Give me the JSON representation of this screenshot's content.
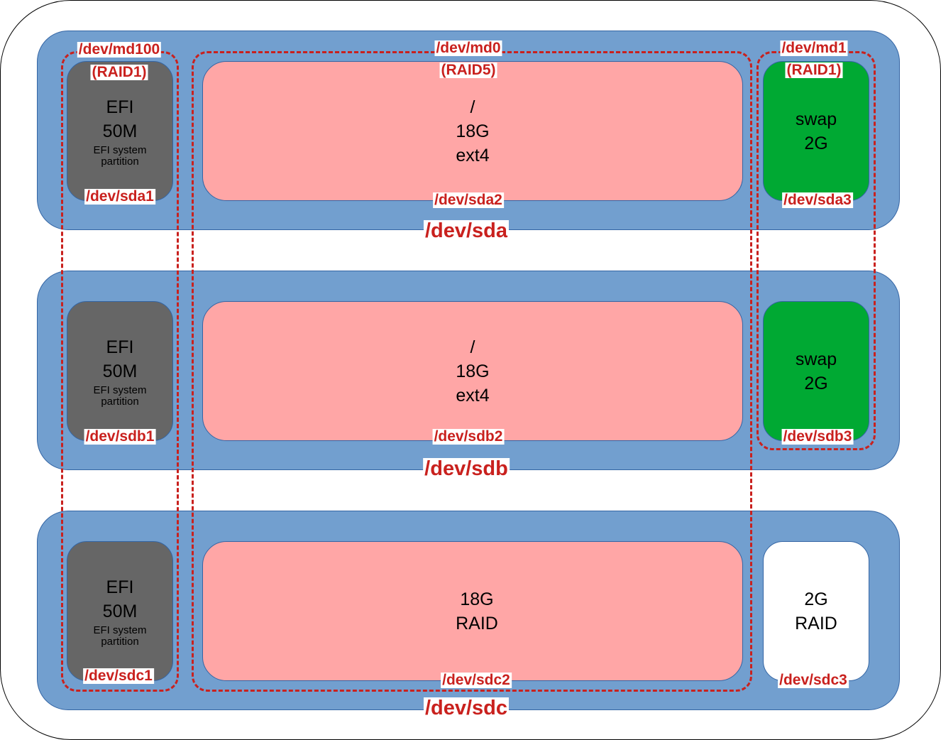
{
  "disks": [
    {
      "name": "/dev/sda",
      "partitions": [
        {
          "device": "/dev/sda1",
          "lines": [
            "EFI",
            "50M"
          ],
          "note": [
            "EFI system",
            "partition"
          ]
        },
        {
          "device": "/dev/sda2",
          "lines": [
            "/",
            "18G",
            "ext4"
          ]
        },
        {
          "device": "/dev/sda3",
          "lines": [
            "swap",
            "2G"
          ]
        }
      ]
    },
    {
      "name": "/dev/sdb",
      "partitions": [
        {
          "device": "/dev/sdb1",
          "lines": [
            "EFI",
            "50M"
          ],
          "note": [
            "EFI system",
            "partition"
          ]
        },
        {
          "device": "/dev/sdb2",
          "lines": [
            "/",
            "18G",
            "ext4"
          ]
        },
        {
          "device": "/dev/sdb3",
          "lines": [
            "swap",
            "2G"
          ]
        }
      ]
    },
    {
      "name": "/dev/sdc",
      "partitions": [
        {
          "device": "/dev/sdc1",
          "lines": [
            "EFI",
            "50M"
          ],
          "note": [
            "EFI system",
            "partition"
          ]
        },
        {
          "device": "/dev/sdc2",
          "lines": [
            "18G",
            "RAID"
          ]
        },
        {
          "device": "/dev/sdc3",
          "lines": [
            "2G",
            "RAID"
          ]
        }
      ]
    }
  ],
  "arrays": [
    {
      "device": "/dev/md100",
      "level": "(RAID1)"
    },
    {
      "device": "/dev/md0",
      "level": "(RAID5)"
    },
    {
      "device": "/dev/md1",
      "level": "(RAID1)"
    }
  ],
  "colors": {
    "disk_fill": "#729fcf",
    "efi_fill": "#666666",
    "root_fill": "#ffa6a6",
    "swap_fill": "#00a933",
    "free_raid_fill": "#ffffff",
    "array_outline": "#c9211e"
  }
}
